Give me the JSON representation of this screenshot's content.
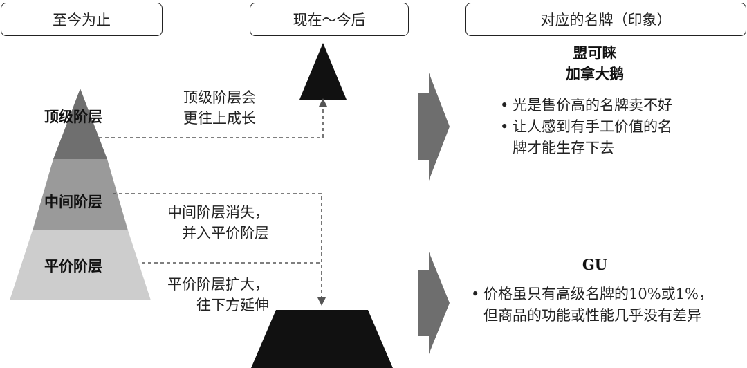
{
  "headers": {
    "past": "至今为止",
    "present": "现在～今后",
    "brands": "对应的名牌（印象）"
  },
  "tiers": {
    "top": "顶级阶层",
    "middle": "中间阶层",
    "low": "平价阶层"
  },
  "notes": {
    "top": [
      "顶级阶层会",
      "更往上成长"
    ],
    "middle": [
      "中间阶层消失，",
      "并入平价阶层"
    ],
    "low": [
      "平价阶层扩大，",
      "往下方延伸"
    ]
  },
  "premium": {
    "brand_line1": "盟可睐",
    "brand_line2": "加拿大鹅",
    "bullet1": "光是售价高的名牌卖不好",
    "bullet2_line1": "让人感到有手工价值的名",
    "bullet2_line2": "牌才能生存下去"
  },
  "low_price": {
    "brand": "GU",
    "bullet1_line1": "价格虽只有高级名牌的10%或1%，",
    "bullet1_line2": "但商品的功能或性能几乎没有差异"
  },
  "colors": {
    "tier_top": "#6f6f6f",
    "tier_middle": "#9a9a9a",
    "tier_low": "#cdcdcd",
    "future_shapes": "#111111",
    "arrows": "#6e6e6e",
    "dashed_lines": "#555555"
  }
}
